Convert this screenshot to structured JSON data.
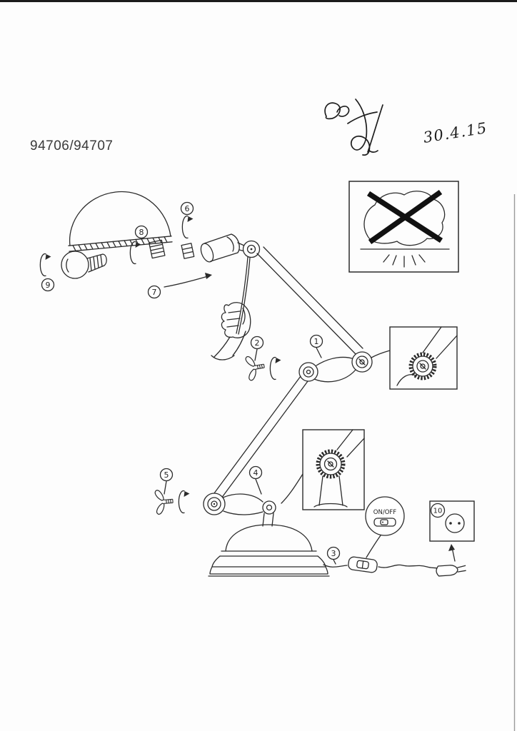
{
  "document": {
    "model_number": "94706/94707",
    "handwritten_date": "30.4.15"
  },
  "callouts": {
    "n1": "1",
    "n2": "2",
    "n3": "3",
    "n4": "4",
    "n5": "5",
    "n6": "6",
    "n7": "7",
    "n8": "8",
    "n9": "9",
    "n10": "10"
  },
  "labels": {
    "on_off": "ON/OFF"
  },
  "colors": {
    "ink": "#2b2b2b",
    "paper": "#fdfdfd",
    "cross_out": "#111111"
  }
}
